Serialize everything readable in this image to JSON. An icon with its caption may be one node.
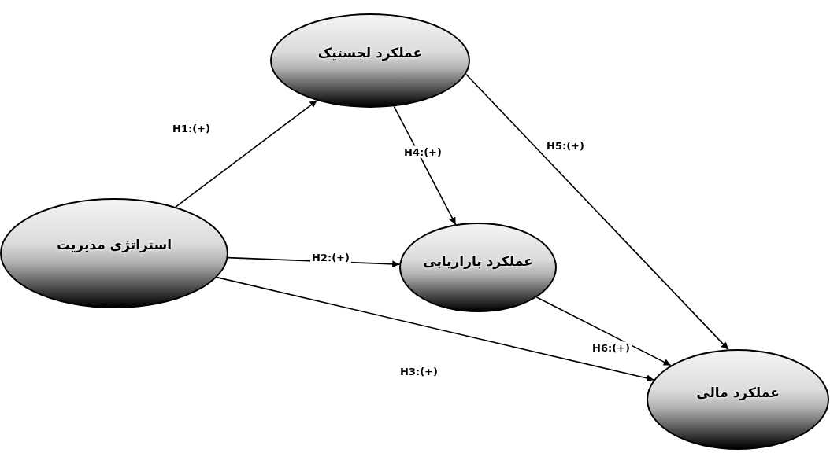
{
  "diagram": {
    "nodes": [
      {
        "text": [
          "عملکرد لجستیک"
        ]
      },
      {
        "text": [
          "استراتژی مدیریت"
        ]
      },
      {
        "text": [
          "عملکرد بازاریابی"
        ]
      },
      {
        "text": [
          "عملکرد مالی"
        ]
      }
    ],
    "edges": [
      {
        "from": 1,
        "to": 0,
        "arrow": "to",
        "label": "H1:(+)"
      },
      {
        "from": 1,
        "to": 2,
        "arrow": "to",
        "label": "H2:(+)"
      },
      {
        "from": 1,
        "to": 3,
        "arrow": "to",
        "label": "H3:(+)"
      },
      {
        "from": 0,
        "to": 2,
        "arrow": "to",
        "label": "H4:(+)"
      },
      {
        "from": 0,
        "to": 3,
        "arrow": "to",
        "label": "H5:(+)"
      },
      {
        "from": 2,
        "to": 3,
        "arrow": "to",
        "label": "H6:(+)"
      }
    ]
  }
}
